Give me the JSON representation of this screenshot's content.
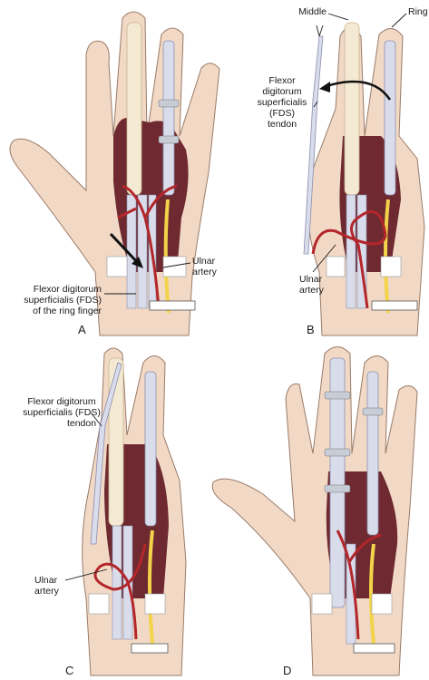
{
  "panels": [
    {
      "letter": "A",
      "labels": {
        "ulnar_artery_line1": "Ulnar",
        "ulnar_artery_line2": "artery",
        "fds_line1": "Flexor digitorum",
        "fds_line2": "superficialis (FDS)",
        "fds_line3": "of the ring finger"
      }
    },
    {
      "letter": "B",
      "labels": {
        "middle": "Middle",
        "ring": "Ring",
        "fds_line1": "Flexor",
        "fds_line2": "digitorum",
        "fds_line3": "superficialis",
        "fds_line4": "(FDS)",
        "fds_line5": "tendon",
        "ulnar_artery_line1": "Ulnar",
        "ulnar_artery_line2": "artery"
      }
    },
    {
      "letter": "C",
      "labels": {
        "fds_line1": "Flexor digitorum",
        "fds_line2": "superficialis (FDS)",
        "fds_line3": "tendon",
        "ulnar_artery_line1": "Ulnar",
        "ulnar_artery_line2": "artery"
      }
    },
    {
      "letter": "D"
    }
  ],
  "colors": {
    "skin": "#f1d9c6",
    "skin_outline": "#9a7b68",
    "palm_exposed": "#6e2a30",
    "tendon": "#d9dcea",
    "tendon_outline": "#8c8fb0",
    "artery": "#b3262b",
    "nerve": "#f2d34a",
    "bone": "#f4ead3",
    "pulley": "#c8ccd6"
  }
}
